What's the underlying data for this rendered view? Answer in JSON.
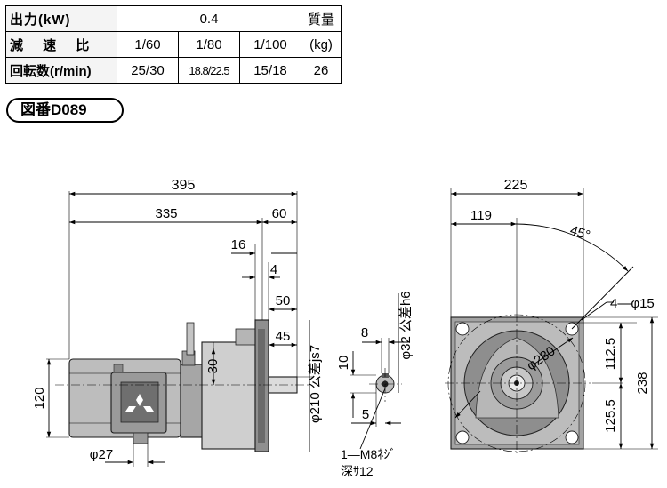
{
  "spec_table": {
    "output_label": "出力(kW)",
    "output_value": "0.4",
    "mass_label_top": "質量",
    "ratio_label": "減 速 比",
    "ratios": [
      "1/60",
      "1/80",
      "1/100"
    ],
    "mass_unit": "(kg)",
    "speed_label": "回転数(r/min)",
    "speeds": [
      "25/30",
      "18.8/22.5",
      "15/18"
    ],
    "mass_value": "26"
  },
  "figure_number": "図番D089",
  "dimensions": {
    "overall_length": "395",
    "motor_length": "335",
    "shaft_length": "60",
    "dim_16": "16",
    "dim_4": "4",
    "dim_50": "50",
    "dim_45": "45",
    "dim_30": "30",
    "height_120": "120",
    "conduit": "φ27",
    "pilot": "φ210 公差js7",
    "key_8": "8",
    "key_10": "10",
    "key_5": "5",
    "shaft_dia": "φ32 公差h6",
    "tap": "1—M8ﾈｼﾞ",
    "tap_depth": "深ｻ12",
    "width_225": "225",
    "width_119": "119",
    "angle": "45°",
    "holes": "4—φ15",
    "pcd": "φ280",
    "height_112": "112.5",
    "height_125": "125.5",
    "height_238": "238"
  }
}
